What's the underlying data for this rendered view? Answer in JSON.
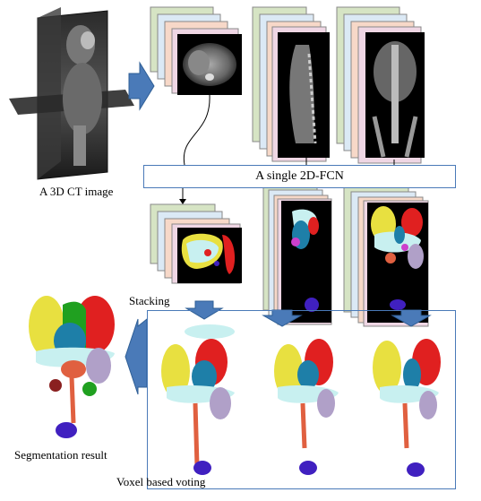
{
  "labels": {
    "ct_image": "A 3D CT image",
    "fcn": "A single 2D-FCN",
    "stacking": "Stacking",
    "segmentation_result": "Segmentation result",
    "voxel_voting": "Voxel based voting"
  },
  "colors": {
    "arrow_fill": "#4a7ab8",
    "arrow_stroke": "#2f5f96",
    "box_border": "#4a7ab8",
    "slice_green": "#d6e4c4",
    "slice_blue": "#dbe9f5",
    "slice_peach": "#f7d8c8",
    "slice_pink": "#efd6e4",
    "organ_liver": "#e8e040",
    "organ_heart": "#e02020",
    "organ_lung": "#c8f0f0",
    "organ_stomach": "#1e7fa8",
    "organ_kidney": "#b0a0c8",
    "organ_bladder": "#4020c0",
    "organ_spleen": "#20a020",
    "organ_aorta": "#e06040"
  }
}
